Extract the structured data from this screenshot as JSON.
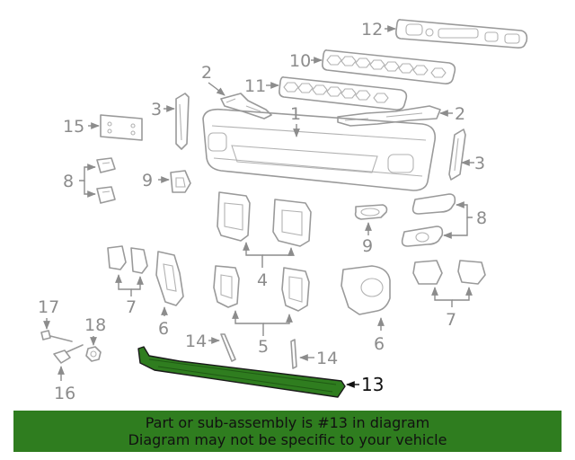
{
  "callouts": {
    "c1": "1",
    "c2a": "2",
    "c2b": "2",
    "c3a": "3",
    "c3b": "3",
    "c4": "4",
    "c5": "5",
    "c6a": "6",
    "c6b": "6",
    "c7a": "7",
    "c7b": "7",
    "c8a": "8",
    "c8b": "8",
    "c9a": "9",
    "c9b": "9",
    "c10": "10",
    "c11": "11",
    "c12": "12",
    "c13": "13",
    "c14a": "14",
    "c14b": "14",
    "c15": "15",
    "c16": "16",
    "c17": "17",
    "c18": "18"
  },
  "highlight": {
    "part": "13",
    "color": "#2f7d1f"
  },
  "banner": {
    "line1": "Part or sub-assembly is #13 in diagram",
    "line2": "Diagram may not be specific to your vehicle",
    "bg": "#2f7d1f"
  }
}
